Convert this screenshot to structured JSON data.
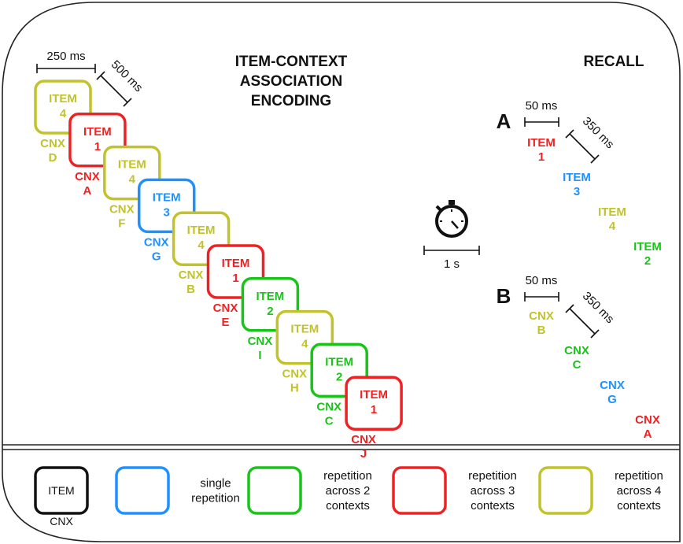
{
  "titles": {
    "encoding": [
      "ITEM-CONTEXT",
      "ASSOCIATION",
      "ENCODING"
    ],
    "recall": "RECALL"
  },
  "timing": {
    "item_duration": "250 ms",
    "isi": "500 ms",
    "recall_duration": "50 ms",
    "recall_isi": "350 ms",
    "delay": "1 s"
  },
  "colors": {
    "blue": "#1e90ff",
    "green": "#18c418",
    "red": "#ee2222",
    "yellow": "#c2c22a",
    "black": "#111111"
  },
  "encoding_trials": [
    {
      "item": "ITEM",
      "num": "4",
      "cnx": "CNX",
      "ctx": "D",
      "color": "yellow"
    },
    {
      "item": "ITEM",
      "num": "1",
      "cnx": "CNX",
      "ctx": "A",
      "color": "red"
    },
    {
      "item": "ITEM",
      "num": "4",
      "cnx": "CNX",
      "ctx": "F",
      "color": "yellow"
    },
    {
      "item": "ITEM",
      "num": "3",
      "cnx": "CNX",
      "ctx": "G",
      "color": "blue"
    },
    {
      "item": "ITEM",
      "num": "4",
      "cnx": "CNX",
      "ctx": "B",
      "color": "yellow"
    },
    {
      "item": "ITEM",
      "num": "1",
      "cnx": "CNX",
      "ctx": "E",
      "color": "red"
    },
    {
      "item": "ITEM",
      "num": "2",
      "cnx": "CNX",
      "ctx": "I",
      "color": "green"
    },
    {
      "item": "ITEM",
      "num": "4",
      "cnx": "CNX",
      "ctx": "H",
      "color": "yellow"
    },
    {
      "item": "ITEM",
      "num": "2",
      "cnx": "CNX",
      "ctx": "C",
      "color": "green"
    },
    {
      "item": "ITEM",
      "num": "1",
      "cnx": "CNX",
      "ctx": "J",
      "color": "red"
    }
  ],
  "recall": {
    "A": {
      "label": "A",
      "cues": [
        {
          "line1": "ITEM",
          "line2": "1",
          "color": "red"
        },
        {
          "line1": "ITEM",
          "line2": "3",
          "color": "blue"
        },
        {
          "line1": "ITEM",
          "line2": "4",
          "color": "yellow"
        },
        {
          "line1": "ITEM",
          "line2": "2",
          "color": "green"
        }
      ]
    },
    "B": {
      "label": "B",
      "cues": [
        {
          "line1": "CNX",
          "line2": "B",
          "color": "yellow"
        },
        {
          "line1": "CNX",
          "line2": "C",
          "color": "green"
        },
        {
          "line1": "CNX",
          "line2": "G",
          "color": "blue"
        },
        {
          "line1": "CNX",
          "line2": "A",
          "color": "red"
        }
      ]
    }
  },
  "legend": [
    {
      "box_text": "ITEM",
      "below": "CNX",
      "color": "black",
      "lines": []
    },
    {
      "box_text": "",
      "below": "",
      "color": "blue",
      "lines": [
        "single",
        "repetition"
      ]
    },
    {
      "box_text": "",
      "below": "",
      "color": "green",
      "lines": [
        "repetition",
        "across 2",
        "contexts"
      ]
    },
    {
      "box_text": "",
      "below": "",
      "color": "red",
      "lines": [
        "repetition",
        "across 3",
        "contexts"
      ]
    },
    {
      "box_text": "",
      "below": "",
      "color": "yellow",
      "lines": [
        "repetition",
        "across 4",
        "contexts"
      ]
    }
  ]
}
